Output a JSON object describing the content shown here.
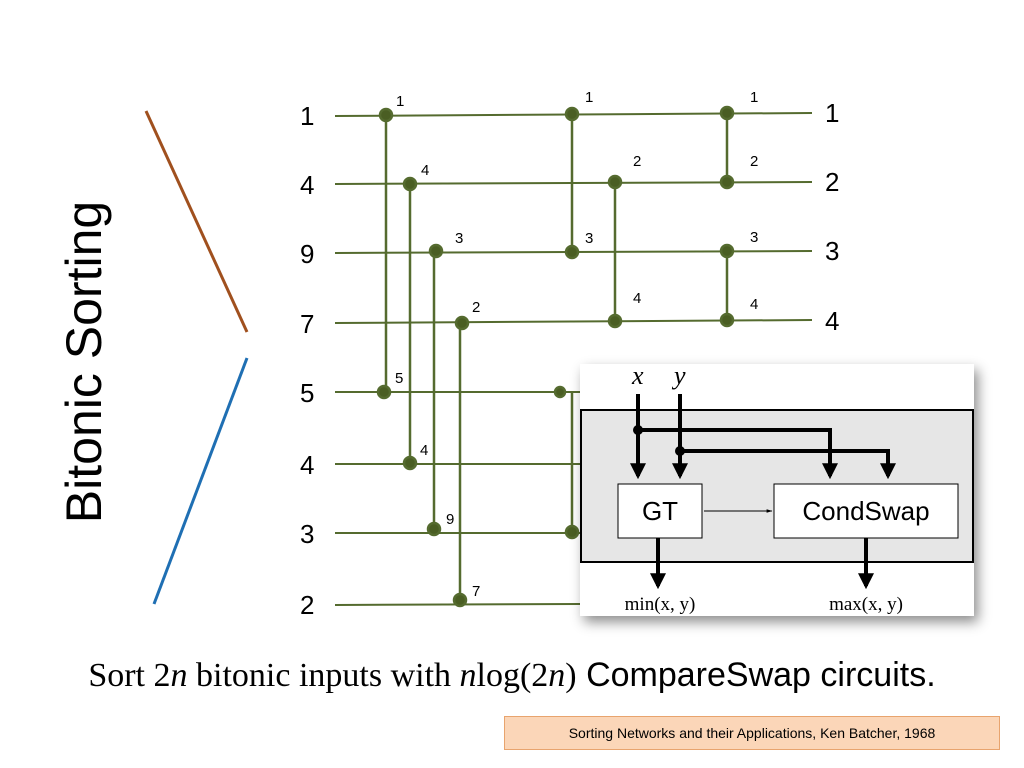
{
  "side_title": "Bitonic Sorting",
  "input_labels": [
    "1",
    "4",
    "9",
    "7",
    "5",
    "4",
    "3",
    "2"
  ],
  "output_labels": [
    "1",
    "2",
    "3",
    "4"
  ],
  "stage1_labels": [
    {
      "top": "1",
      "bottom": "5"
    },
    {
      "top": "4",
      "bottom": "4"
    },
    {
      "top": "3",
      "bottom": "9"
    },
    {
      "top": "2",
      "bottom": "7"
    }
  ],
  "stage2_labels": [
    {
      "top": "1",
      "bottom": "3"
    },
    {
      "top": "2",
      "bottom": "4"
    }
  ],
  "stage3_labels": [
    {
      "top": "1",
      "bottom": "2"
    },
    {
      "top": "3",
      "bottom": "4"
    }
  ],
  "inset": {
    "input_x": "x",
    "input_y": "y",
    "gt_label": "GT",
    "condswap_label": "CondSwap",
    "min_label": "min(x, y)",
    "max_label": "max(x, y)"
  },
  "caption": {
    "prefix": "Sort ",
    "n2": "2",
    "n": "n",
    "middle": " bitonic inputs with ",
    "n_log": "n",
    "log": "log(2",
    "n_in_log": "n",
    "close": ")",
    "suffix_word": " CompareSwap",
    "suffix": " circuits."
  },
  "citation": "Sorting Networks and their Applications, Ken Batcher, 1968",
  "colors": {
    "wire": "#556b2f",
    "node": "#4a5e23",
    "brown_line": "#a0501e",
    "blue_line": "#1f6fb3",
    "inset_bg": "#e6e6e6"
  }
}
